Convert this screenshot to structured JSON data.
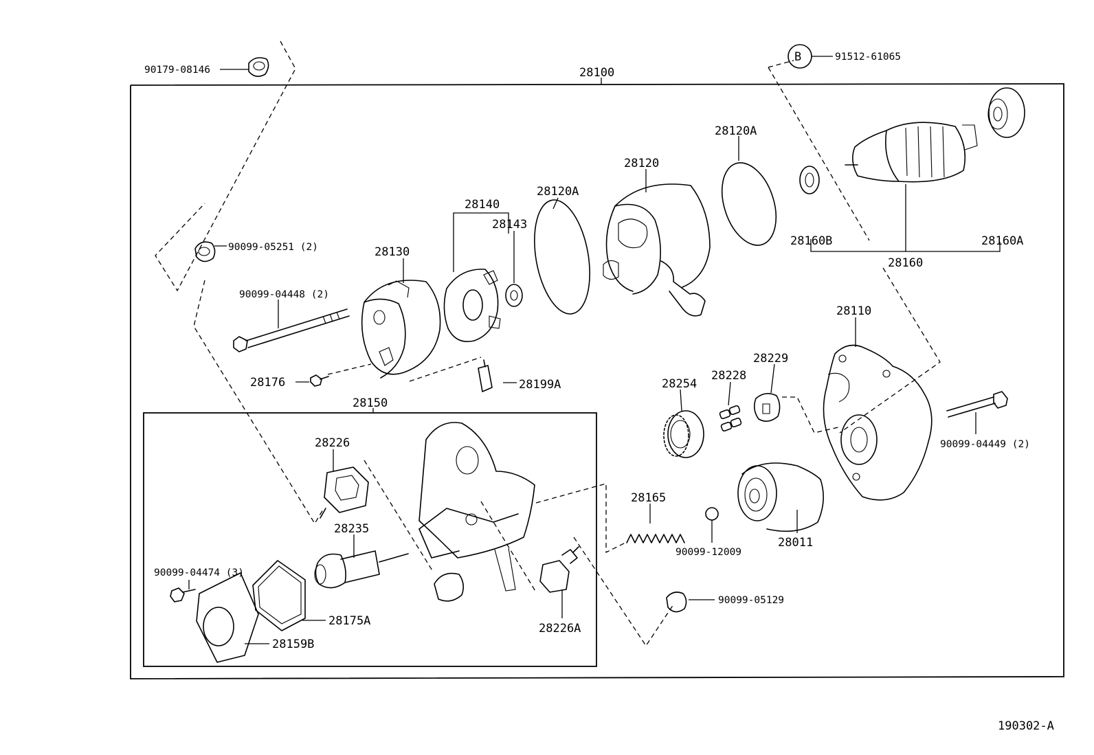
{
  "diagram": {
    "assembly_number": "28100",
    "figure_code": "190302-A",
    "sub_assembly_number": "28150",
    "reference_marker": "B",
    "parts": {
      "p90179_08146": "90179-08146",
      "p91512_61065": "91512-61065",
      "p90099_05251": "90099-05251 (2)",
      "p90099_04448": "90099-04448 (2)",
      "p28176": "28176",
      "p28130": "28130",
      "p28140": "28140",
      "p28143": "28143",
      "p28120A_left": "28120A",
      "p28120": "28120",
      "p28120A_right": "28120A",
      "p28160B": "28160B",
      "p28160A": "28160A",
      "p28160": "28160",
      "p28199A": "28199A",
      "p28110": "28110",
      "p28229": "28229",
      "p28228": "28228",
      "p28254": "28254",
      "p90099_04449": "90099-04449 (2)",
      "p28226": "28226",
      "p28235": "28235",
      "p90099_04474": "90099-04474 (3)",
      "p28175A": "28175A",
      "p28159B": "28159B",
      "p28226A": "28226A",
      "p28165": "28165",
      "p90099_12009": "90099-12009",
      "p28011": "28011",
      "p90099_05129": "90099-05129"
    }
  }
}
